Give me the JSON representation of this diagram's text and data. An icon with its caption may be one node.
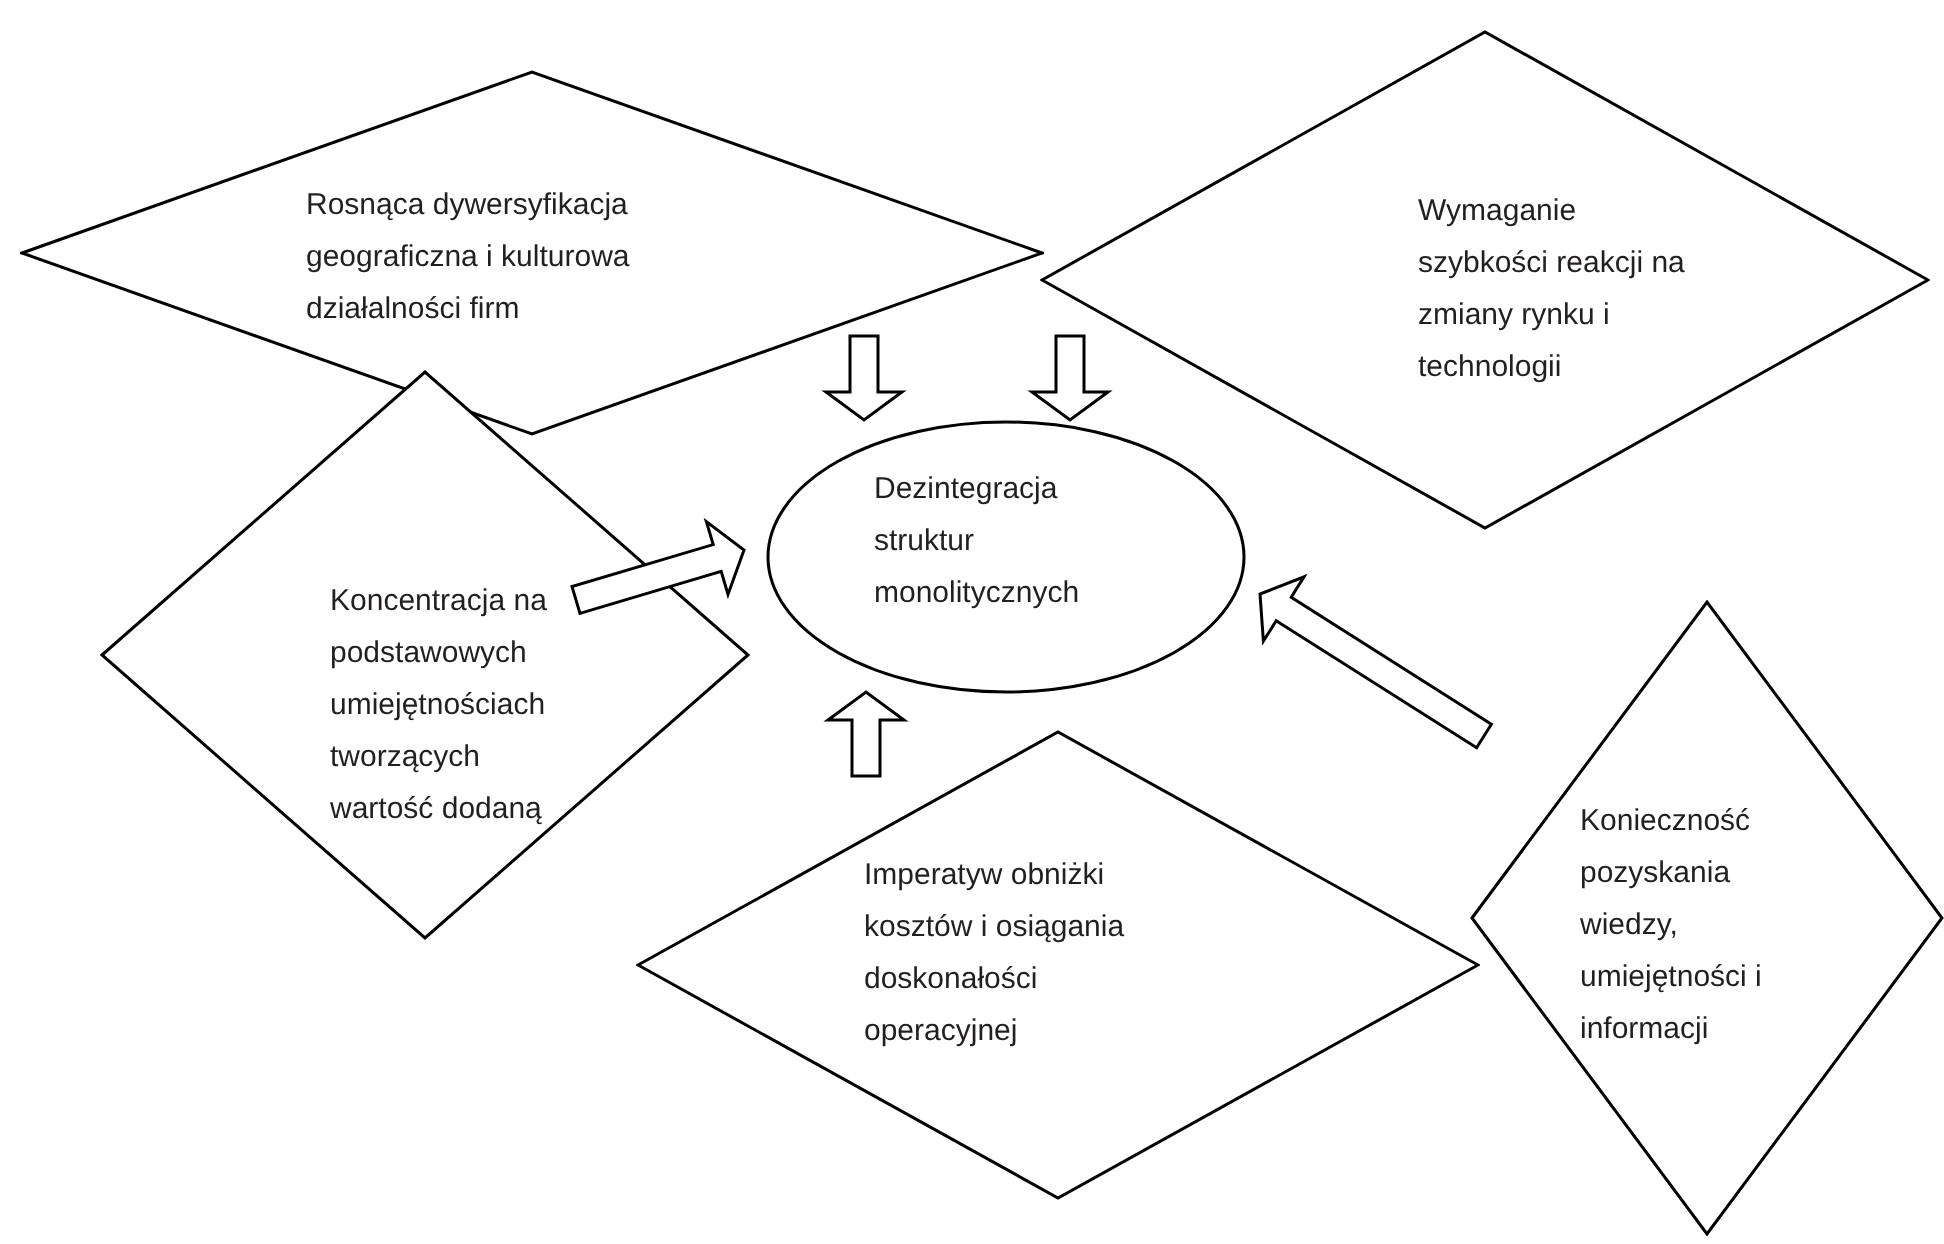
{
  "diagram": {
    "nodes": [
      {
        "text": [
          "Dezintegracja struktur monolitycznych"
        ]
      },
      {
        "text": [
          "Rosnąca dywersyfikacja geograficzna i kulturowa działalności firm"
        ]
      },
      {
        "text": [
          "Wymaganie szybkości reakcji na zmiany rynku i technologii"
        ]
      },
      {
        "text": [
          "Koncentracja na podstawowych umiejętnościach tworzących wartość dodaną"
        ]
      },
      {
        "text": [
          "Imperatyw obniżki kosztów i osiągania doskonałości operacyjnej"
        ]
      },
      {
        "text": [
          "Konieczność pozyskania wiedzy, umiejętności i informacji"
        ]
      }
    ],
    "edges": [
      {
        "from": 1,
        "to": 0,
        "arrow": "to"
      },
      {
        "from": 2,
        "to": 0,
        "arrow": "to"
      },
      {
        "from": 3,
        "to": 0,
        "arrow": "to"
      },
      {
        "from": 4,
        "to": 0,
        "arrow": "to"
      },
      {
        "from": 5,
        "to": 0,
        "arrow": "to"
      }
    ]
  }
}
